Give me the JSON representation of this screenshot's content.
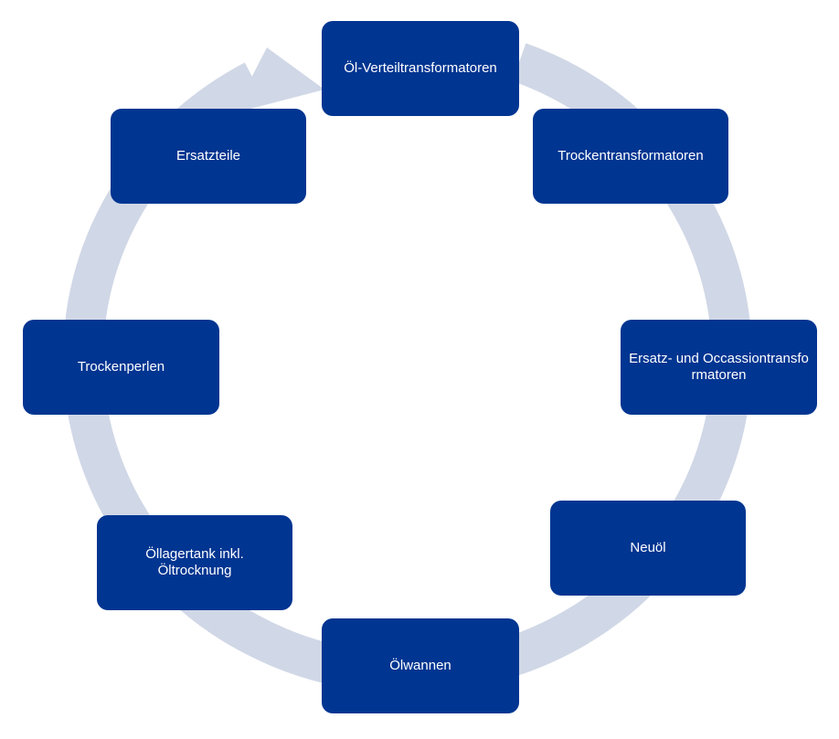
{
  "colors": {
    "node_fill": "#003591",
    "node_text": "#ffffff",
    "ring": "#d0d7e6"
  },
  "nodes": [
    {
      "label": "Öl-Verteiltransformatoren"
    },
    {
      "label": "Trockentransformatoren"
    },
    {
      "label": "Ersatz- und Occassiontransformatoren"
    },
    {
      "label": "Neuöl"
    },
    {
      "label": "Ölwannen"
    },
    {
      "label": "Öllagertank inkl. Öltrocknung"
    },
    {
      "label": "Trockenperlen"
    },
    {
      "label": "Ersatzteile"
    }
  ]
}
